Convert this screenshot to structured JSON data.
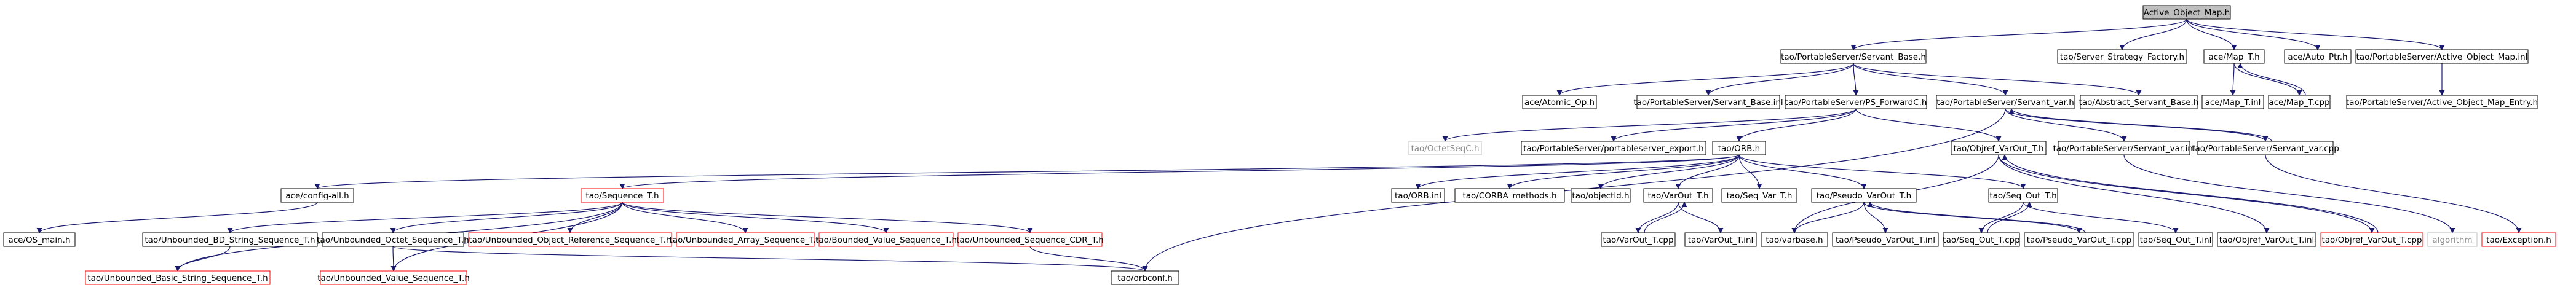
{
  "colors": {
    "edge": "#191970",
    "node_border_normal": "#000000",
    "node_border_missing": "#bfbfbf",
    "node_border_truncated": "#ff0000",
    "root_fill": "#bfbfbf",
    "node_fill": "#ffffff"
  },
  "nodes": {
    "active_object_map_h": "Active_Object_Map.h",
    "servant_base_h": "tao/PortableServer/Servant_Base.h",
    "server_strategy_factory_h": "tao/Server_Strategy_Factory.h",
    "map_t_h": "ace/Map_T.h",
    "auto_ptr_h": "ace/Auto_Ptr.h",
    "active_object_map_inl": "tao/PortableServer/Active_Object_Map.inl",
    "atomic_op_h": "ace/Atomic_Op.h",
    "servant_base_inl": "tao/PortableServer/Servant_Base.inl",
    "ps_forwardc_h": "tao/PortableServer/PS_ForwardC.h",
    "servant_var_h": "tao/PortableServer/Servant_var.h",
    "abstract_servant_base_h": "tao/Abstract_Servant_Base.h",
    "map_t_inl": "ace/Map_T.inl",
    "map_t_cpp": "ace/Map_T.cpp",
    "active_object_map_entry_h": "tao/PortableServer/Active_Object_Map_Entry.h",
    "octetseqc_h": "tao/OctetSeqC.h",
    "portableserver_export_h": "tao/PortableServer/portableserver_export.h",
    "orb_h": "tao/ORB.h",
    "objref_varout_t_h": "tao/Objref_VarOut_T.h",
    "servant_var_inl": "tao/PortableServer/Servant_var.inl",
    "servant_var_cpp": "tao/PortableServer/Servant_var.cpp",
    "config_all_h": "ace/config-all.h",
    "sequence_t_h": "tao/Sequence_T.h",
    "orb_inl": "tao/ORB.inl",
    "corba_methods_h": "tao/CORBA_methods.h",
    "objectid_h": "tao/objectid.h",
    "varout_t_h": "tao/VarOut_T.h",
    "seq_var_t_h": "tao/Seq_Var_T.h",
    "pseudo_varout_t_h": "tao/Pseudo_VarOut_T.h",
    "seq_out_t_h": "tao/Seq_Out_T.h",
    "objref_varout_t_inl": "tao/Objref_VarOut_T.inl",
    "objref_varout_t_cpp": "tao/Objref_VarOut_T.cpp",
    "algorithm": "algorithm",
    "exception_h": "tao/Exception.h",
    "os_main_h": "ace/OS_main.h",
    "unbounded_bd_string_sequence_t_h": "tao/Unbounded_BD_String_Sequence_T.h",
    "unbounded_octet_sequence_t_h": "tao/Unbounded_Octet_Sequence_T.h",
    "unbounded_object_reference_sequence_t_h": "tao/Unbounded_Object_Reference_Sequence_T.h",
    "unbounded_array_sequence_t_h": "tao/Unbounded_Array_Sequence_T.h",
    "bounded_value_sequence_t_h": "tao/Bounded_Value_Sequence_T.h",
    "unbounded_sequence_cdr_t_h": "tao/Unbounded_Sequence_CDR_T.h",
    "varout_t_cpp": "tao/VarOut_T.cpp",
    "varout_t_inl": "tao/VarOut_T.inl",
    "pseudo_varout_t_inl": "tao/Pseudo_VarOut_T.inl",
    "pseudo_varout_t_cpp": "tao/Pseudo_VarOut_T.cpp",
    "varbase_h": "tao/varbase.h",
    "seq_out_t_cpp": "tao/Seq_Out_T.cpp",
    "seq_out_t_inl": "tao/Seq_Out_T.inl",
    "unbounded_basic_string_sequence_t_h": "tao/Unbounded_Basic_String_Sequence_T.h",
    "unbounded_value_sequence_t_h": "tao/Unbounded_Value_Sequence_T.h",
    "orbconf_h": "tao/orbconf.h"
  }
}
